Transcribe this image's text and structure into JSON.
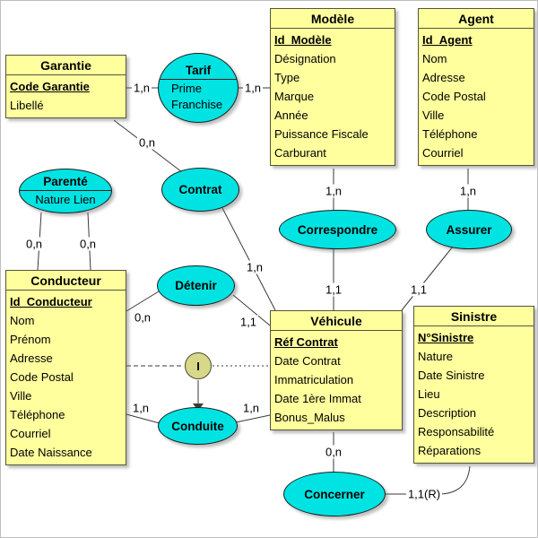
{
  "colors": {
    "entity_fill": "#FFFF9E",
    "relation_fill": "#00E3E3",
    "constraint_fill": "#D8D88A",
    "line_color": "#3a3a3a"
  },
  "entities": [
    {
      "name": "Garantie",
      "key": "Code Garantie",
      "attributes": [
        "Libellé"
      ]
    },
    {
      "name": "Modèle",
      "key": "Id_Modèle",
      "attributes": [
        "Désignation",
        "Type",
        "Marque",
        "Année",
        "Puissance Fiscale",
        "Carburant"
      ]
    },
    {
      "name": "Agent",
      "key": "Id_Agent",
      "attributes": [
        "Nom",
        "Adresse",
        "Code Postal",
        "Ville",
        "Téléphone",
        "Courriel"
      ]
    },
    {
      "name": "Conducteur",
      "key": "Id_Conducteur",
      "attributes": [
        "Nom",
        "Prénom",
        "Adresse",
        "Code Postal",
        "Ville",
        "Téléphone",
        "Courriel",
        "Date Naissance"
      ]
    },
    {
      "name": "Véhicule",
      "key": "Réf Contrat",
      "attributes": [
        "Date Contrat",
        "Immatriculation",
        "Date 1ère Immat",
        "Bonus_Malus"
      ]
    },
    {
      "name": "Sinistre",
      "key": "N°Sinistre",
      "attributes": [
        "Nature",
        "Date Sinistre",
        "Lieu",
        "Description",
        "Responsabilité",
        "Réparations"
      ]
    }
  ],
  "relations": [
    {
      "name": "Tarif",
      "attributes": [
        "Prime",
        "Franchise"
      ]
    },
    {
      "name": "Parenté",
      "attributes": [
        "Nature Lien"
      ]
    },
    {
      "name": "Contrat",
      "attributes": []
    },
    {
      "name": "Correspondre",
      "attributes": []
    },
    {
      "name": "Assurer",
      "attributes": []
    },
    {
      "name": "Détenir",
      "attributes": []
    },
    {
      "name": "Conduite",
      "attributes": []
    },
    {
      "name": "Concerner",
      "attributes": []
    }
  ],
  "cardinalities": {
    "garantie_tarif": "1,n",
    "tarif_modele": "1,n",
    "garantie_contrat": "0,n",
    "contrat_vehicule": "1,n",
    "parente_conducteur_left": "0,n",
    "parente_conducteur_right": "0,n",
    "modele_correspondre": "1,n",
    "correspondre_vehicule": "1,1",
    "agent_assurer": "1,n",
    "assurer_vehicule": "1,1",
    "conducteur_detenir": "0,n",
    "detenir_vehicule": "1,1",
    "conducteur_conduite": "1,n",
    "conduite_vehicule": "1,n",
    "vehicule_concerner": "0,n",
    "concerner_sinistre": "1,1(R)"
  },
  "constraint": {
    "label": "I"
  }
}
